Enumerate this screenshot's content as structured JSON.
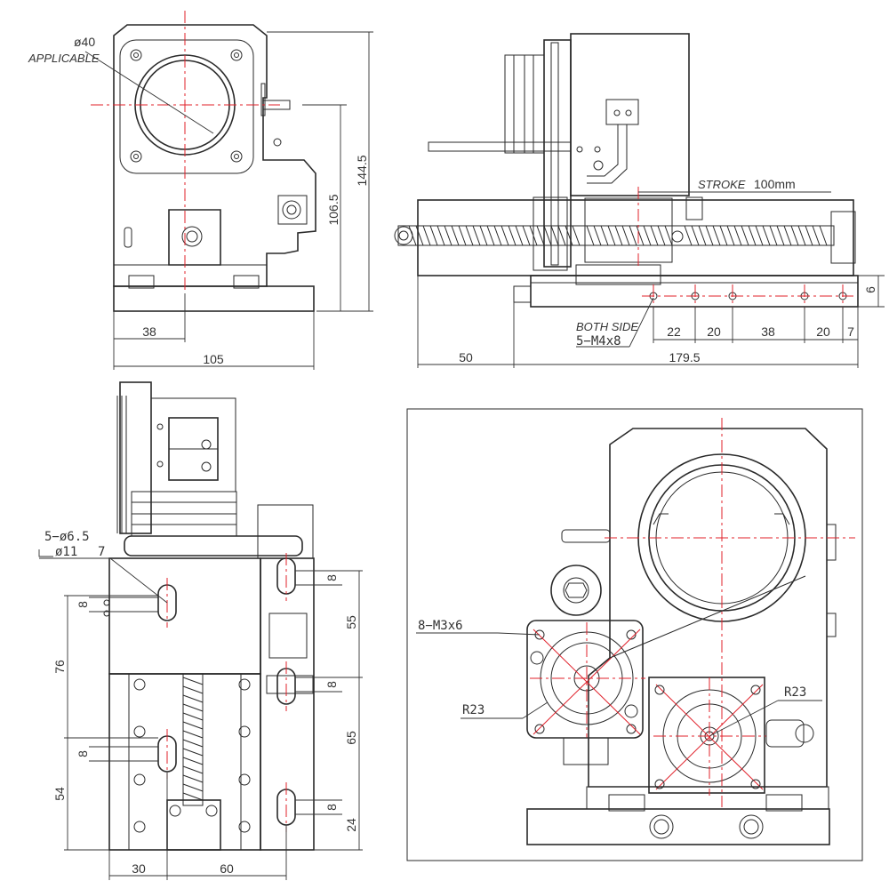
{
  "colors": {
    "line": "#2a2a2a",
    "center_line": "#e0202a",
    "background": "#ffffff"
  },
  "front_view": {
    "bore_dia": "ø40",
    "bore_note": "APPLICABLE",
    "dim_height_total": "144.5",
    "dim_height_axis": "106.5",
    "dim_width_center": "38",
    "dim_width_total": "105"
  },
  "side_view": {
    "stroke_label": "STROKE",
    "stroke_value": "100mm",
    "dim_6": "6",
    "hole_note_1": "BOTH SIDE",
    "hole_note_2": "5−M4x8",
    "pitch_dims": [
      "22",
      "20",
      "38",
      "20",
      "7"
    ],
    "dim_50": "50",
    "dim_179_5": "179.5"
  },
  "top_view": {
    "hole_callout_1": "5−ø6.5",
    "hole_callout_2": "ø11",
    "hole_callout_3": "7",
    "dim_left_76": "76",
    "dim_left_54": "54",
    "slot_8": "8",
    "dim_right_55": "55",
    "dim_right_65": "65",
    "dim_right_24": "24",
    "dim_bottom_30": "30",
    "dim_bottom_60": "60"
  },
  "detail_view": {
    "thread_callout": "8−M3x6",
    "radius_left": "R23",
    "radius_right": "R23"
  }
}
